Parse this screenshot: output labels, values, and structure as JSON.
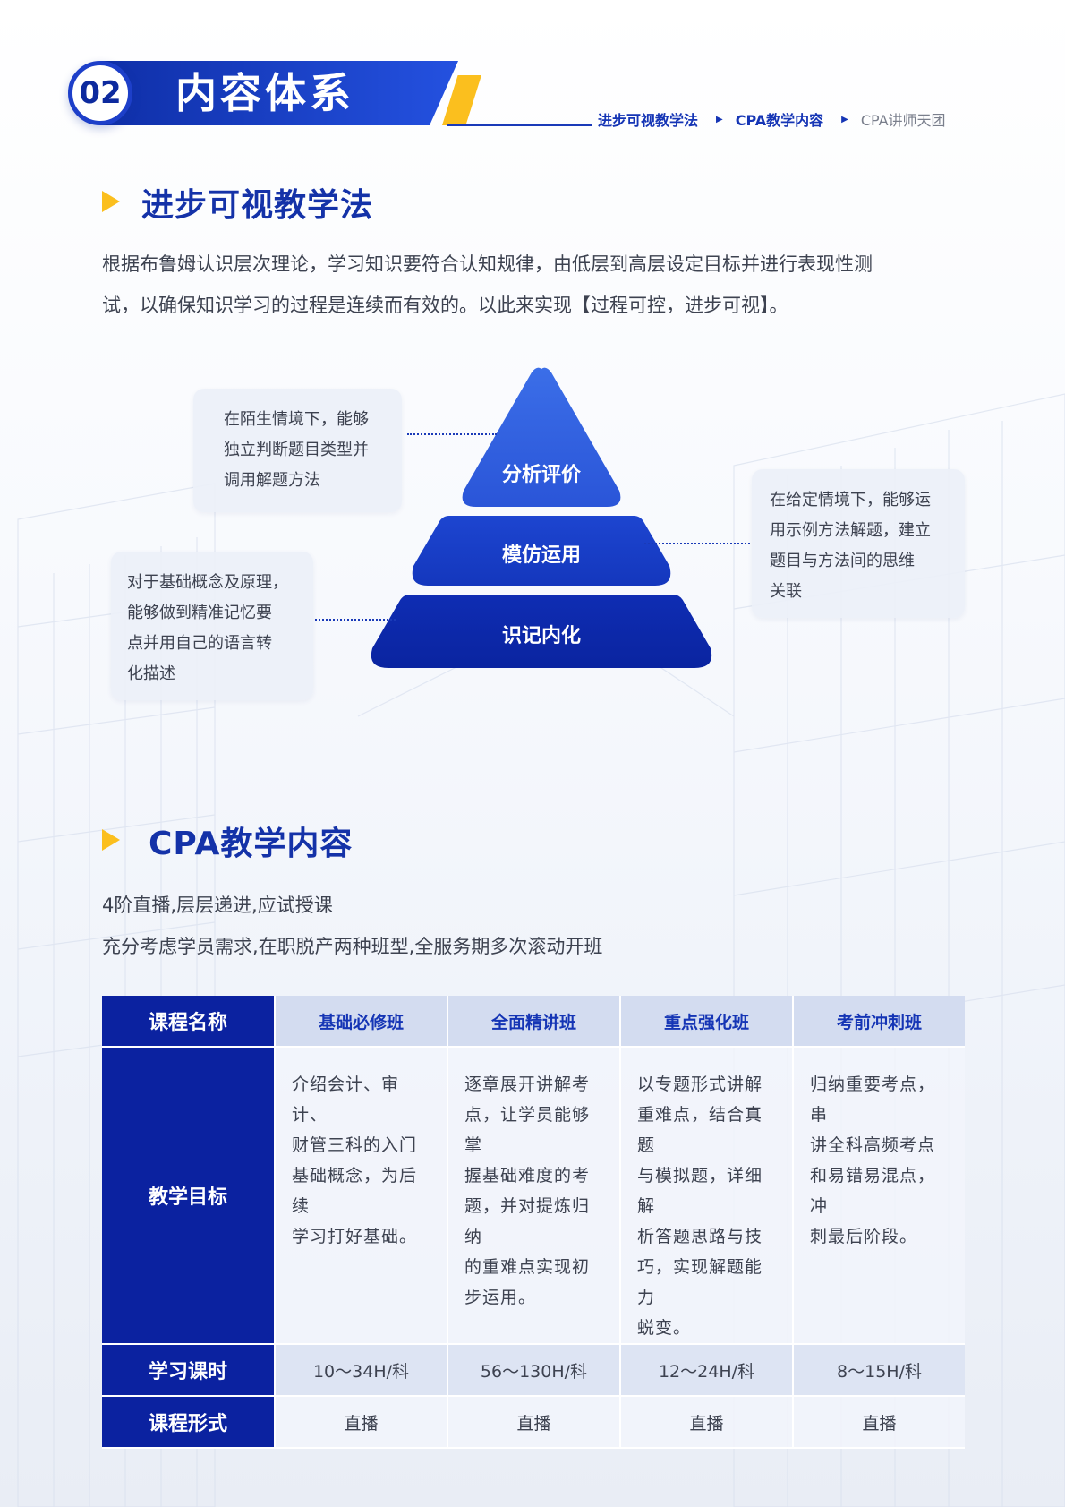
{
  "header": {
    "number": "02",
    "title": "内容体系",
    "nav": [
      {
        "label": "进步可视教学法",
        "active": true
      },
      {
        "label": "CPA教学内容",
        "active": true
      },
      {
        "label": "CPA讲师天团",
        "active": false
      }
    ]
  },
  "section1": {
    "title": "进步可视教学法",
    "paragraph_lines": [
      "根据布鲁姆认识层次理论，学习知识要符合认知规律，由低层到高层设定目标并进行表现性测",
      "试，以确保知识学习的过程是连续而有效的。以此来实现【过程可控，进步可视】。"
    ],
    "pyramid": {
      "levels": [
        "分析评价",
        "模仿运用",
        "识记内化"
      ]
    },
    "cards": {
      "top_left": [
        "在陌生情境下，能够",
        "独立判断题目类型并",
        "调用解题方法"
      ],
      "right": [
        "在给定情境下，能够运",
        "用示例方法解题，建立",
        "题目与方法间的思维",
        "关联"
      ],
      "bottom_left": [
        "对于基础概念及原理，",
        "能够做到精准记忆要",
        "点并用自己的语言转",
        "化描述"
      ]
    }
  },
  "section2": {
    "title": "CPA教学内容",
    "lines": [
      "4阶直播,层层递进,应试授课",
      "充分考虑学员需求,在职脱产两种班型,全服务期多次滚动开班"
    ]
  },
  "table": {
    "header_label": "课程名称",
    "columns": [
      "基础必修班",
      "全面精讲班",
      "重点强化班",
      "考前冲刺班"
    ],
    "goal_label": "教学目标",
    "goals": [
      [
        "介绍会计、审计、",
        "财管三科的入门",
        "基础概念，为后续",
        "学习打好基础。"
      ],
      [
        "逐章展开讲解考",
        "点，让学员能够掌",
        "握基础难度的考",
        "题，并对提炼归纳",
        "的重难点实现初",
        "步运用。"
      ],
      [
        "以专题形式讲解",
        "重难点，结合真题",
        "与模拟题，详细解",
        "析答题思路与技",
        "巧，实现解题能力",
        "蜕变。"
      ],
      [
        "归纳重要考点，串",
        "讲全科高频考点",
        "和易错易混点，冲",
        "刺最后阶段。"
      ]
    ],
    "hours_label": "学习课时",
    "hours": [
      "10～34H/科",
      "56～130H/科",
      "12～24H/科",
      "8～15H/科"
    ],
    "format_label": "课程形式",
    "formats": [
      "直播",
      "直播",
      "直播",
      "直播"
    ]
  },
  "colors": {
    "primary_blue": "#0b22a0",
    "accent_yellow": "#fbbf1e",
    "title_blue": "#1432a8"
  }
}
